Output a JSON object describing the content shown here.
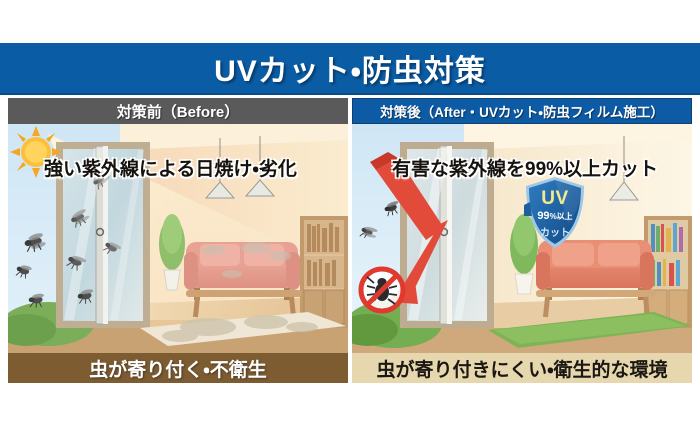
{
  "banner": {
    "title": "UVカット・防虫対策",
    "bg_color": "#0a5ca5",
    "text_color": "#ffffff"
  },
  "panels": {
    "before": {
      "header_label": "対策前（Before）",
      "header_bg": "#5a5a5a",
      "scene_caption": "強い紫外線による日焼け・劣化",
      "ribbon_label": "虫が寄り付く・不衛生",
      "ribbon_bg": "#7d5c32",
      "ribbon_text_color": "#ffffff",
      "icons": {
        "sun": "sun-icon",
        "flies": "fly-icon"
      }
    },
    "after": {
      "header_label": "対策後（After・UVカット・防虫フィルム施工）",
      "header_bg": "#0d5ba4",
      "scene_caption": "有害な紫外線を99%以上カット",
      "ribbon_label": "虫が寄り付きにくい・衛生的な環境",
      "ribbon_bg": "#e7d7ae",
      "ribbon_text_color": "#1b1712",
      "badge": {
        "name": "uv-shield-badge",
        "line1": "UV",
        "line2_value": "99",
        "line2_unit": "%以上",
        "line3": "カット",
        "shield_color": "#1c5f9e"
      },
      "icons": {
        "no_bug": "no-bug-icon",
        "uv_ray_arrow": "red-arrow-icon",
        "flies": "fly-icon"
      }
    }
  }
}
